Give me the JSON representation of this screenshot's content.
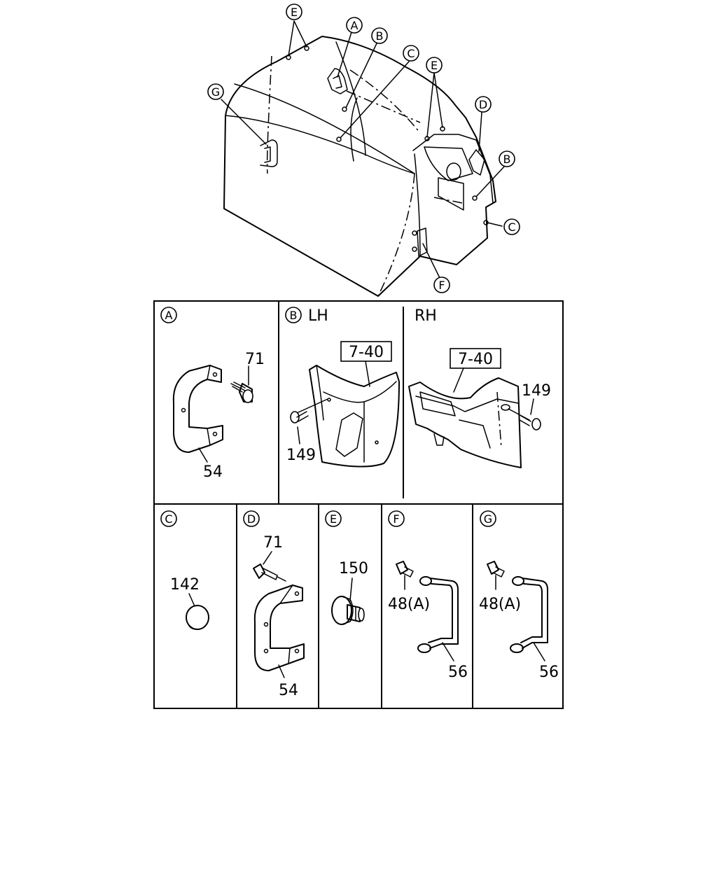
{
  "overview": {
    "callouts": [
      {
        "id": "top-e-left",
        "text": "E"
      },
      {
        "id": "top-a",
        "text": "A"
      },
      {
        "id": "top-b-left",
        "text": "B"
      },
      {
        "id": "top-c-left",
        "text": "C"
      },
      {
        "id": "top-e-right",
        "text": "E"
      },
      {
        "id": "top-d",
        "text": "D"
      },
      {
        "id": "top-b-right",
        "text": "B"
      },
      {
        "id": "top-c-right",
        "text": "C"
      },
      {
        "id": "top-g",
        "text": "G"
      },
      {
        "id": "top-f",
        "text": "F"
      }
    ]
  },
  "panels": {
    "a": {
      "letter": "A",
      "bolt": "71",
      "handle": "54"
    },
    "b": {
      "letter": "B",
      "lh_label": "LH",
      "rh_label": "RH",
      "ref_lh": "7-40",
      "ref_rh": "7-40",
      "screw_lh": "149",
      "screw_rh": "149"
    },
    "c": {
      "letter": "C",
      "plug": "142"
    },
    "d": {
      "letter": "D",
      "bolt": "71",
      "handle": "54"
    },
    "e": {
      "letter": "E",
      "clip": "150"
    },
    "f": {
      "letter": "F",
      "bolt": "48",
      "bolt_suffix": "(A)",
      "handle": "56"
    },
    "g": {
      "letter": "G",
      "bolt": "48",
      "bolt_suffix": "(A)",
      "handle": "56"
    }
  }
}
